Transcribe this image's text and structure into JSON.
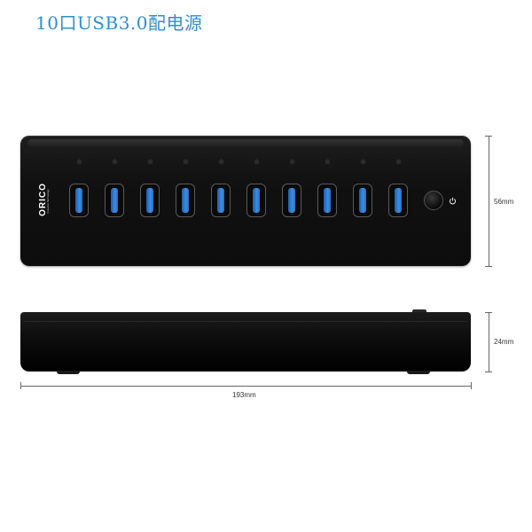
{
  "title": "10口USB3.0配电源",
  "brand": {
    "logo_text": "ORICO",
    "tagline": "Creative Technology"
  },
  "device": {
    "port_count": 10,
    "led_count": 10,
    "accent_color": "#3c8ee0"
  },
  "icons": [
    "power-icon",
    "power-button-icon"
  ],
  "dimensions": {
    "height_top": "56mm",
    "height_side": "24mm",
    "length": "193mm"
  }
}
